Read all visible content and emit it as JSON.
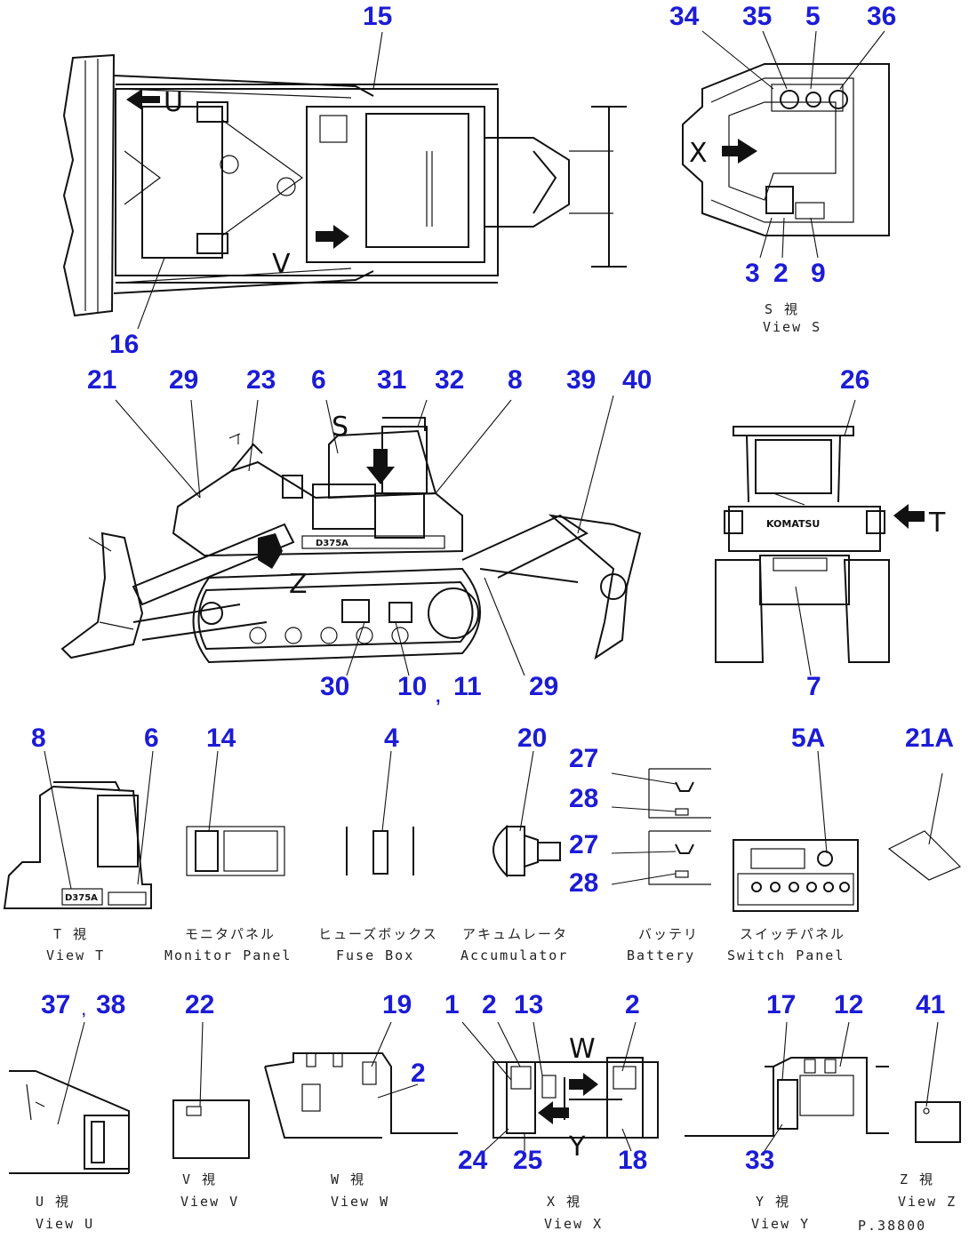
{
  "callouts": {
    "n15": "15",
    "n34": "34",
    "n35": "35",
    "n5": "5",
    "n36": "36",
    "n3": "3",
    "n2": "2",
    "n9": "9",
    "n16": "16",
    "n21": "21",
    "n29": "29",
    "n23": "23",
    "n6": "6",
    "n31": "31",
    "n32": "32",
    "n8": "8",
    "n39": "39",
    "n40": "40",
    "n26": "26",
    "n30": "30",
    "n10": "10",
    "n11": "11",
    "n29b": "29",
    "n7": "7",
    "n8b": "8",
    "n6b": "6",
    "n14": "14",
    "n4": "4",
    "n20": "20",
    "n27a": "27",
    "n28a": "28",
    "n27b": "27",
    "n28b": "28",
    "n5A": "5A",
    "n21A": "21A",
    "n37": "37",
    "n38": "38",
    "n22": "22",
    "n19": "19",
    "n1": "1",
    "n2b": "2",
    "n13": "13",
    "n2c": "2",
    "n17": "17",
    "n12": "12",
    "n41": "41",
    "n2d": "2",
    "n24": "24",
    "n25": "25",
    "n18": "18",
    "n33": "33"
  },
  "view_letters": {
    "U": "U",
    "V": "V",
    "X": "X",
    "S": "S",
    "Z": "Z",
    "T": "T",
    "W": "W",
    "Y": "Y"
  },
  "captions": {
    "view_s": {
      "jp": "S 視",
      "en": "View S"
    },
    "view_t": {
      "jp": "T 視",
      "en": "View T"
    },
    "monitor": {
      "jp": "モニタパネル",
      "en": "Monitor Panel"
    },
    "fuse": {
      "jp": "ヒューズボックス",
      "en": "Fuse Box"
    },
    "accum": {
      "jp": "アキュムレータ",
      "en": "Accumulator"
    },
    "battery": {
      "jp": "バッテリ",
      "en": "Battery"
    },
    "switch": {
      "jp": "スイッチパネル",
      "en": "Switch Panel"
    },
    "view_u": {
      "jp": "U 視",
      "en": "View U"
    },
    "view_v": {
      "jp": "V 視",
      "en": "View V"
    },
    "view_w": {
      "jp": "W 視",
      "en": "View W"
    },
    "view_x": {
      "jp": "X 視",
      "en": "View X"
    },
    "view_y": {
      "jp": "Y 視",
      "en": "View Y"
    },
    "view_z": {
      "jp": "Z 視",
      "en": "View Z"
    }
  },
  "plates": {
    "model": "D375A",
    "brand": "KOMATSU"
  },
  "drawing_code": "P.38800",
  "comma": ","
}
